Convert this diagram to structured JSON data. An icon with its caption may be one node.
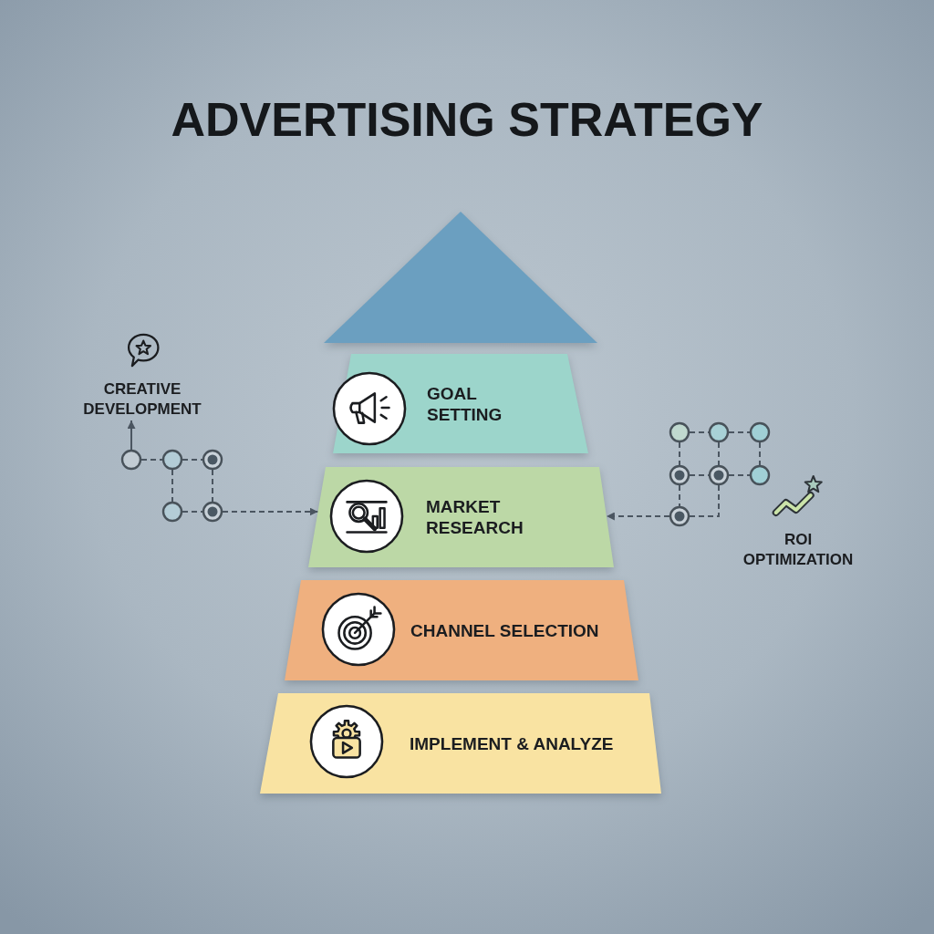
{
  "diagram": {
    "title": "ADVERTISING STRATEGY",
    "nodes": [
      {
        "text": [],
        "shape": "triangle"
      },
      {
        "text": [
          "GOAL SETTING"
        ]
      },
      {
        "text": [
          "MARKET RESEARCH"
        ]
      },
      {
        "text": [
          "CHANNEL SELECTION"
        ]
      },
      {
        "text": [
          "IMPLEMENT & ANALYZE"
        ]
      },
      {
        "text": [
          "CREATIVE DEVELOPMENT"
        ]
      },
      {
        "text": [],
        "shape": "circle"
      },
      {
        "text": [],
        "shape": "circle"
      },
      {
        "text": [],
        "shape": "circle"
      },
      {
        "text": [],
        "shape": "circle"
      },
      {
        "text": [],
        "shape": "circle"
      },
      {
        "text": [
          "ROI OPTIMIZATION"
        ]
      },
      {
        "text": [],
        "shape": "circle"
      },
      {
        "text": [],
        "shape": "circle"
      },
      {
        "text": [],
        "shape": "circle"
      },
      {
        "text": [],
        "shape": "circle"
      },
      {
        "text": [],
        "shape": "circle"
      },
      {
        "text": [],
        "shape": "circle"
      },
      {
        "text": [],
        "shape": "circle"
      }
    ],
    "edges": [
      {
        "from": 6,
        "to": 5,
        "arrow": "to"
      },
      {
        "from": 6,
        "to": 7,
        "arrow": "none",
        "style": "dashed"
      },
      {
        "from": 7,
        "to": 8,
        "arrow": "none",
        "style": "dashed"
      },
      {
        "from": 7,
        "to": 9,
        "arrow": "none",
        "style": "dashed"
      },
      {
        "from": 8,
        "to": 10,
        "arrow": "none",
        "style": "dashed"
      },
      {
        "from": 9,
        "to": 10,
        "arrow": "none",
        "style": "dashed"
      },
      {
        "from": 10,
        "to": 2,
        "arrow": "to",
        "style": "dashed"
      },
      {
        "from": 12,
        "to": 13,
        "arrow": "none",
        "style": "dashed"
      },
      {
        "from": 13,
        "to": 14,
        "arrow": "none",
        "style": "dashed"
      },
      {
        "from": 12,
        "to": 15,
        "arrow": "none",
        "style": "dashed"
      },
      {
        "from": 13,
        "to": 16,
        "arrow": "none",
        "style": "dashed"
      },
      {
        "from": 14,
        "to": 17,
        "arrow": "none",
        "style": "dashed"
      },
      {
        "from": 15,
        "to": 16,
        "arrow": "none",
        "style": "dashed"
      },
      {
        "from": 16,
        "to": 17,
        "arrow": "none",
        "style": "dashed"
      },
      {
        "from": 15,
        "to": 18,
        "arrow": "none",
        "style": "dashed"
      },
      {
        "from": 16,
        "to": 18,
        "arrow": "none",
        "style": "dashed"
      },
      {
        "from": 18,
        "to": 2,
        "arrow": "to",
        "style": "dashed"
      }
    ]
  }
}
